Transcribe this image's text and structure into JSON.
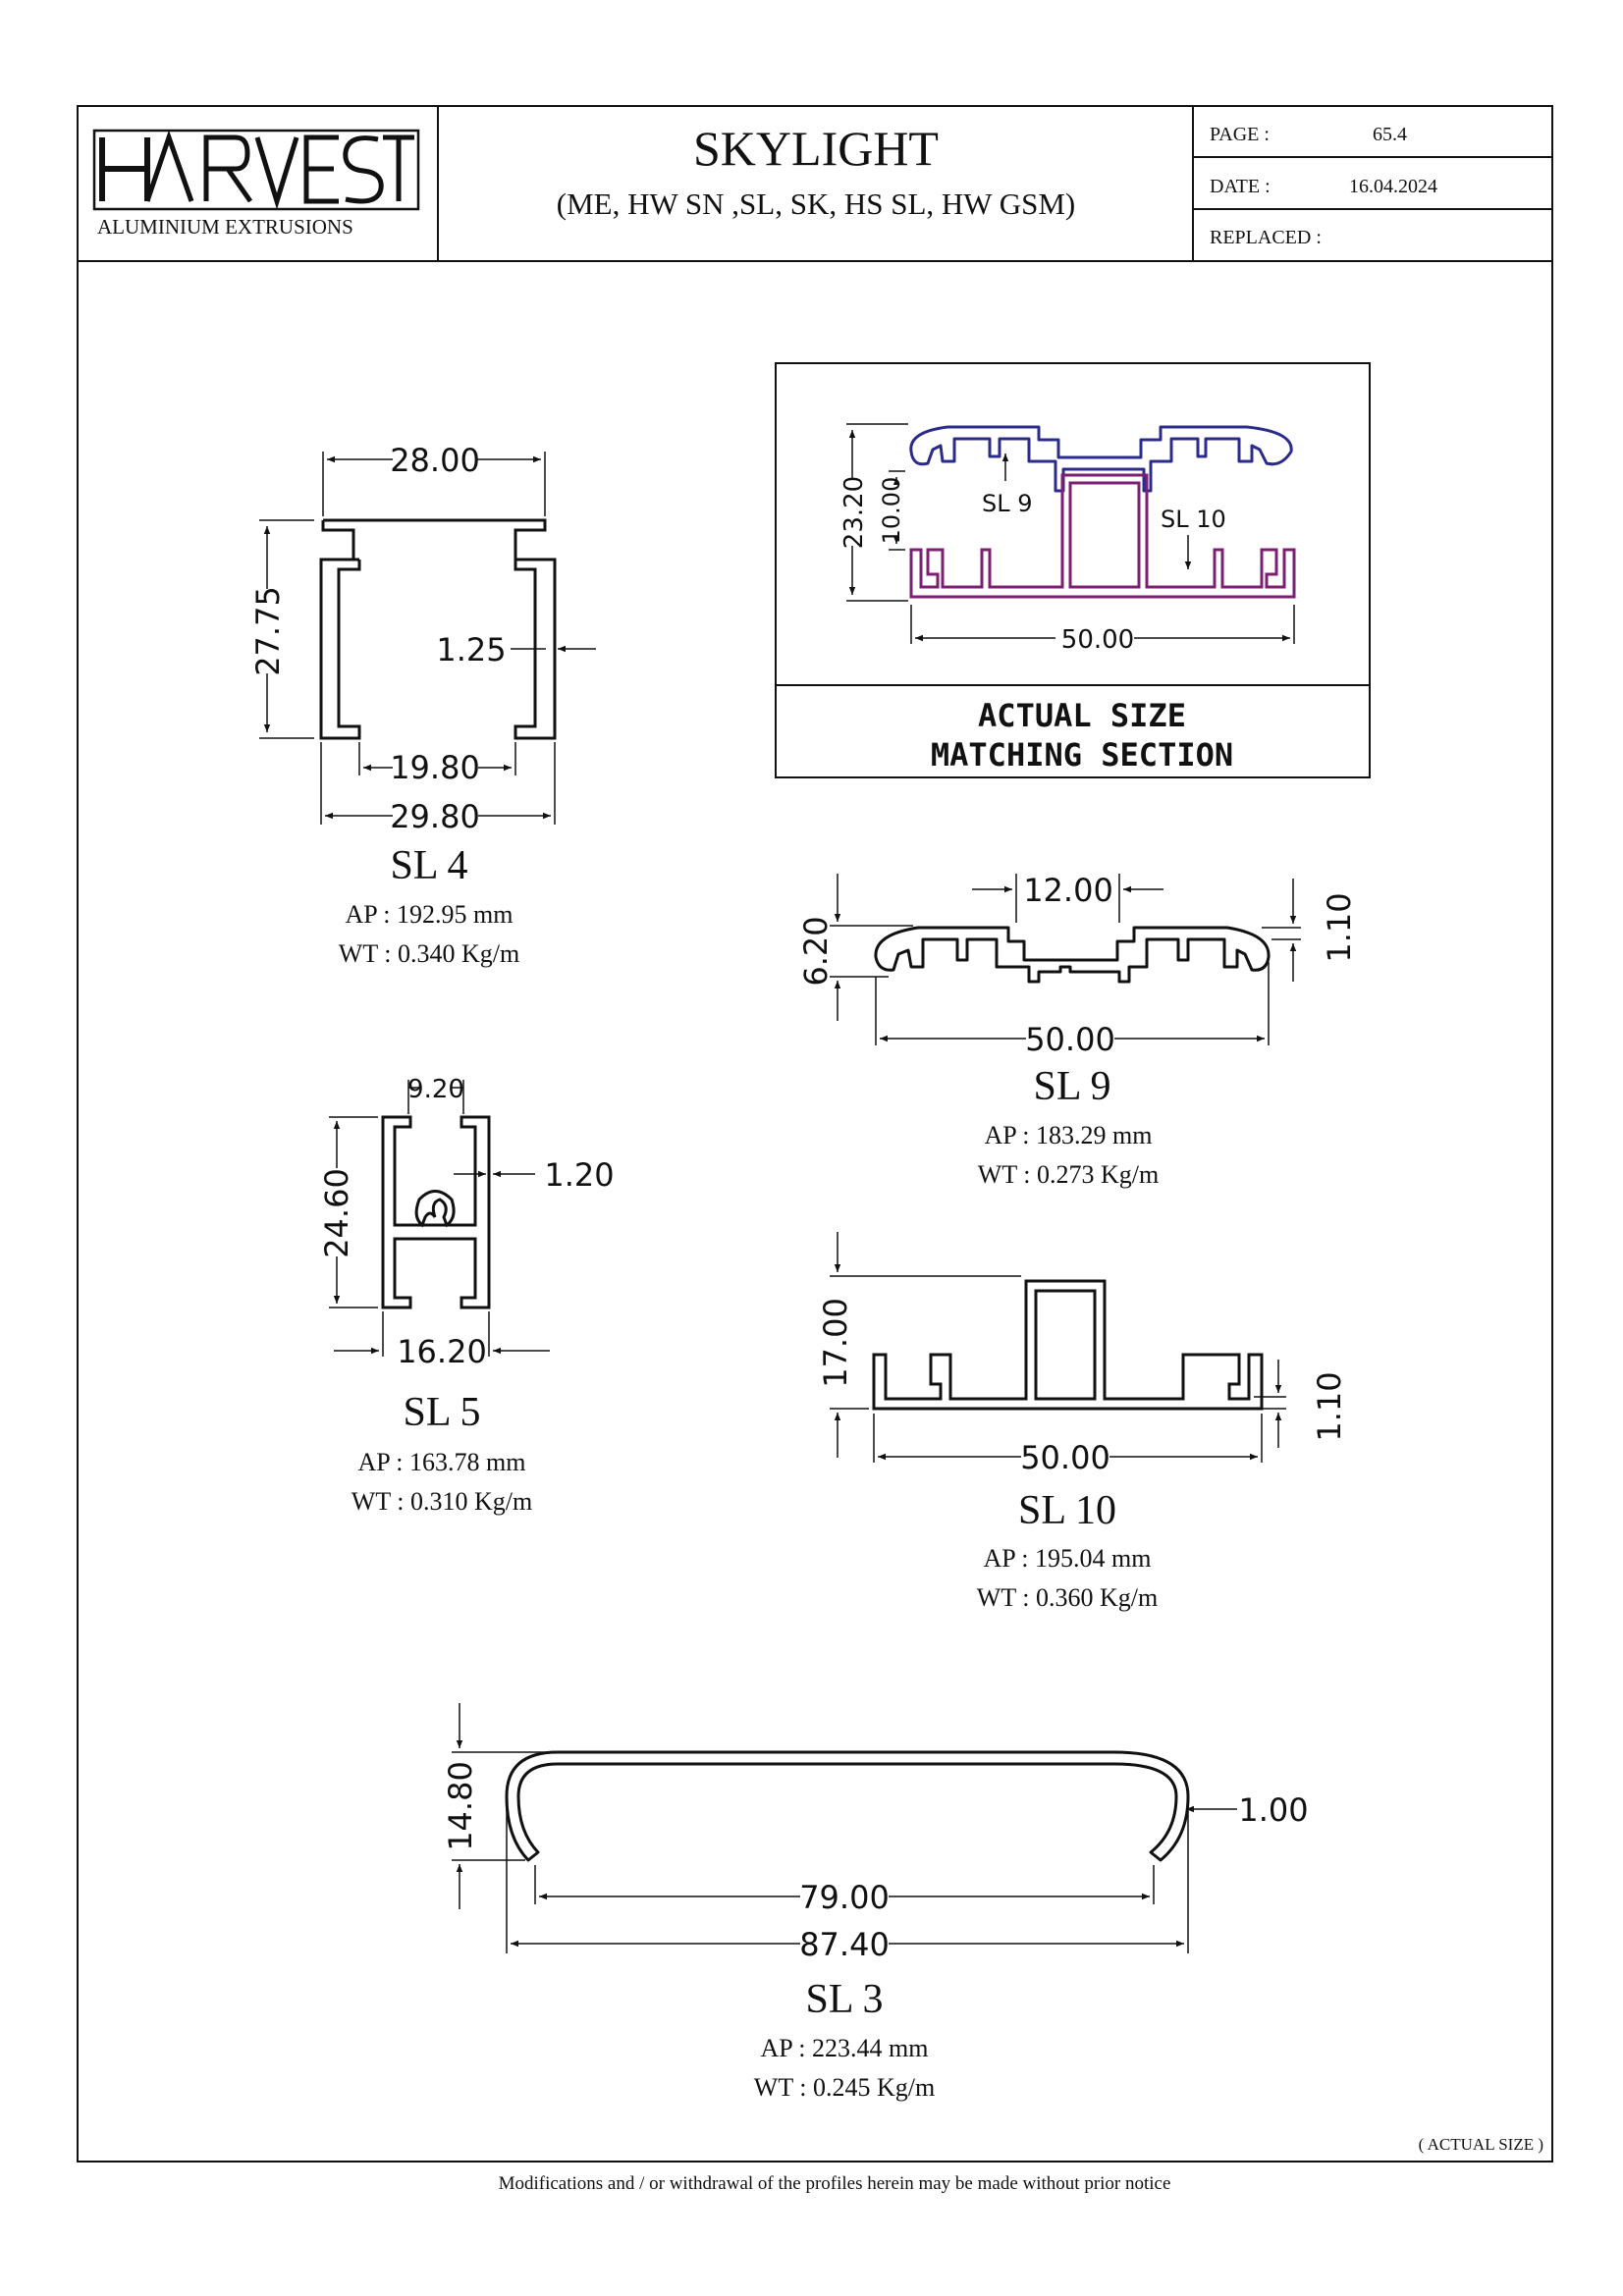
{
  "header": {
    "logo_text": "HARVEST",
    "company_subtitle": "ALUMINIUM EXTRUSIONS",
    "title": "SKYLIGHT",
    "subtitle": "(ME, HW SN ,SL, SK, HS SL, HW GSM)",
    "page_label": "PAGE :",
    "page_value": "65.4",
    "date_label": "DATE :",
    "date_value": "16.04.2024",
    "replaced_label": "REPLACED :",
    "replaced_value": ""
  },
  "matching": {
    "dims": {
      "height_total": "23.20",
      "height_upper": "10.00",
      "width": "50.00"
    },
    "label_sl9": "SL 9",
    "label_sl10": "SL 10",
    "caption_line1": "ACTUAL  SIZE",
    "caption_line2": "MATCHING  SECTION",
    "colors": {
      "sl9": "#2b2b8c",
      "sl10": "#7b1f73"
    }
  },
  "profiles": {
    "sl4": {
      "name": "SL 4",
      "ap": "AP : 192.95 mm",
      "wt": "WT : 0.340 Kg/m",
      "dims": {
        "top_width": "28.00",
        "height": "27.75",
        "wall": "1.25",
        "opening": "19.80",
        "width": "29.80"
      }
    },
    "sl9": {
      "name": "SL 9",
      "ap": "AP : 183.29 mm",
      "wt": "WT : 0.273 Kg/m",
      "dims": {
        "slot": "12.00",
        "height": "6.20",
        "wall": "1.10",
        "width": "50.00"
      }
    },
    "sl5": {
      "name": "SL 5",
      "ap": "AP : 163.78 mm",
      "wt": "WT : 0.310 Kg/m",
      "dims": {
        "top": "9.20",
        "height": "24.60",
        "wall": "1.20",
        "width": "16.20"
      }
    },
    "sl10": {
      "name": "SL 10",
      "ap": "AP : 195.04 mm",
      "wt": "WT : 0.360 Kg/m",
      "dims": {
        "height": "17.00",
        "wall": "1.10",
        "width": "50.00"
      }
    },
    "sl3": {
      "name": "SL 3",
      "ap": "AP : 223.44 mm",
      "wt": "WT : 0.245 Kg/m",
      "dims": {
        "height": "14.80",
        "wall": "1.00",
        "inner_width": "79.00",
        "outer_width": "87.40"
      }
    }
  },
  "footer": {
    "actual_size_note": "( ACTUAL SIZE )",
    "disclaimer": "Modifications and / or withdrawal of the profiles herein may be made without prior notice"
  }
}
